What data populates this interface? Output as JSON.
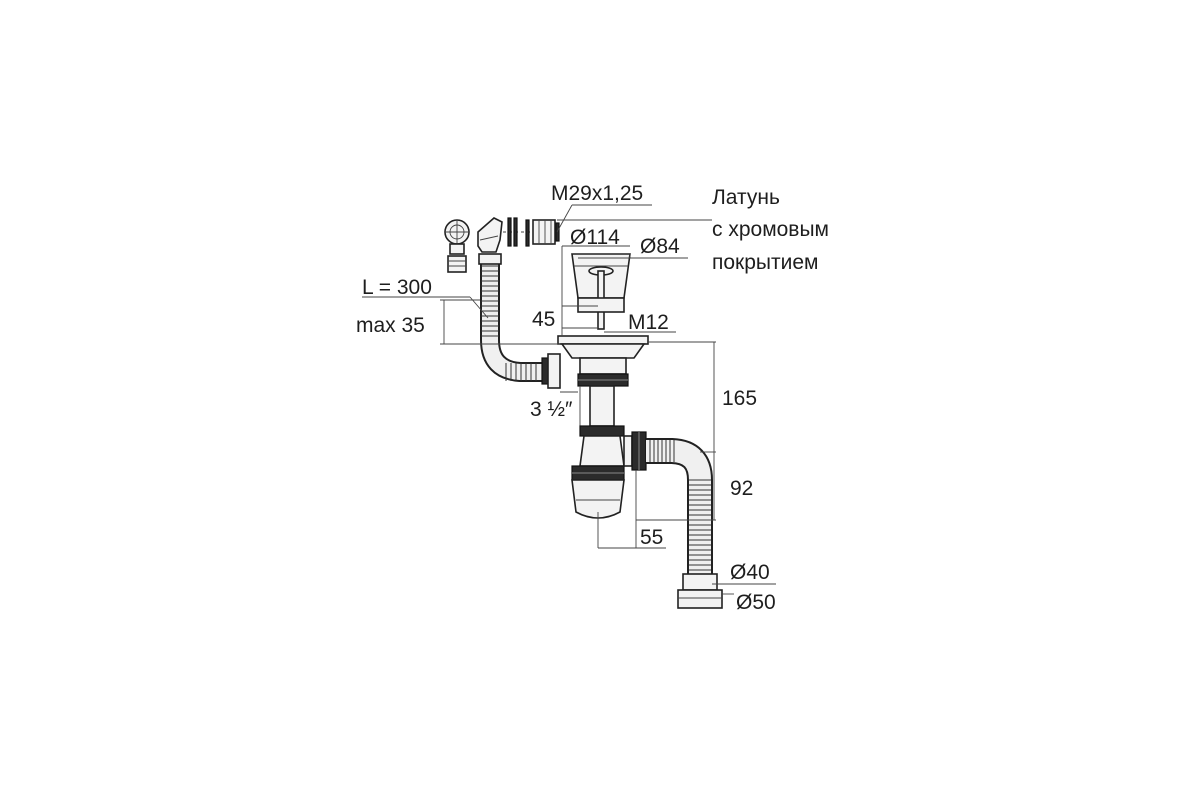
{
  "labels": {
    "thread": "M29x1,25",
    "material_line1": "Латунь",
    "material_line2": "с хромовым",
    "material_line3": "покрытием",
    "dia_outer": "Ø114",
    "dia_inner": "Ø84",
    "length": "L = 300",
    "max_height": "max 35",
    "depth": "45",
    "bolt": "M12",
    "height_total": "165",
    "size_inch": "3 ½″",
    "height_outlet": "92",
    "offset": "55",
    "dia_40": "Ø40",
    "dia_50": "Ø50"
  }
}
